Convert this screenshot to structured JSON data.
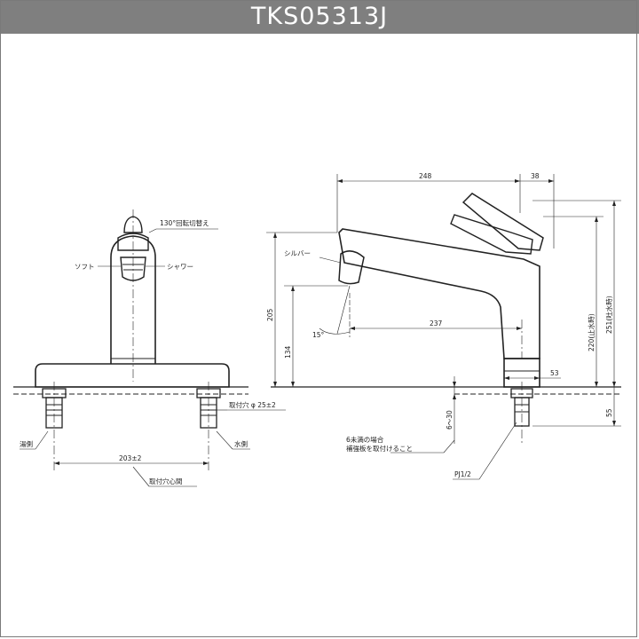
{
  "title": "TKS05313J",
  "front_view": {
    "rotation_label": "130°回転切替え",
    "soft_label": "ソフト",
    "shower_label": "シャワー",
    "hot_side": "湯側",
    "cold_side": "水側",
    "hole_diameter": "取付穴 φ 25±2",
    "hole_spacing": "203±2",
    "hole_center_note": "取付穴心間"
  },
  "side_view": {
    "silver_bar": "シルバー",
    "dim_248": "248",
    "dim_38": "38",
    "dim_237": "237",
    "dim_205": "205",
    "dim_134": "134",
    "dim_220": "220(止水時)",
    "dim_251": "251(吐水時)",
    "dim_53": "53",
    "dim_55": "55",
    "dim_6_30": "6～30",
    "angle_15": "15°",
    "plate_note_1": "6未満の場合",
    "plate_note_2": "補強板を取付けること",
    "thread": "PJ1/2"
  }
}
